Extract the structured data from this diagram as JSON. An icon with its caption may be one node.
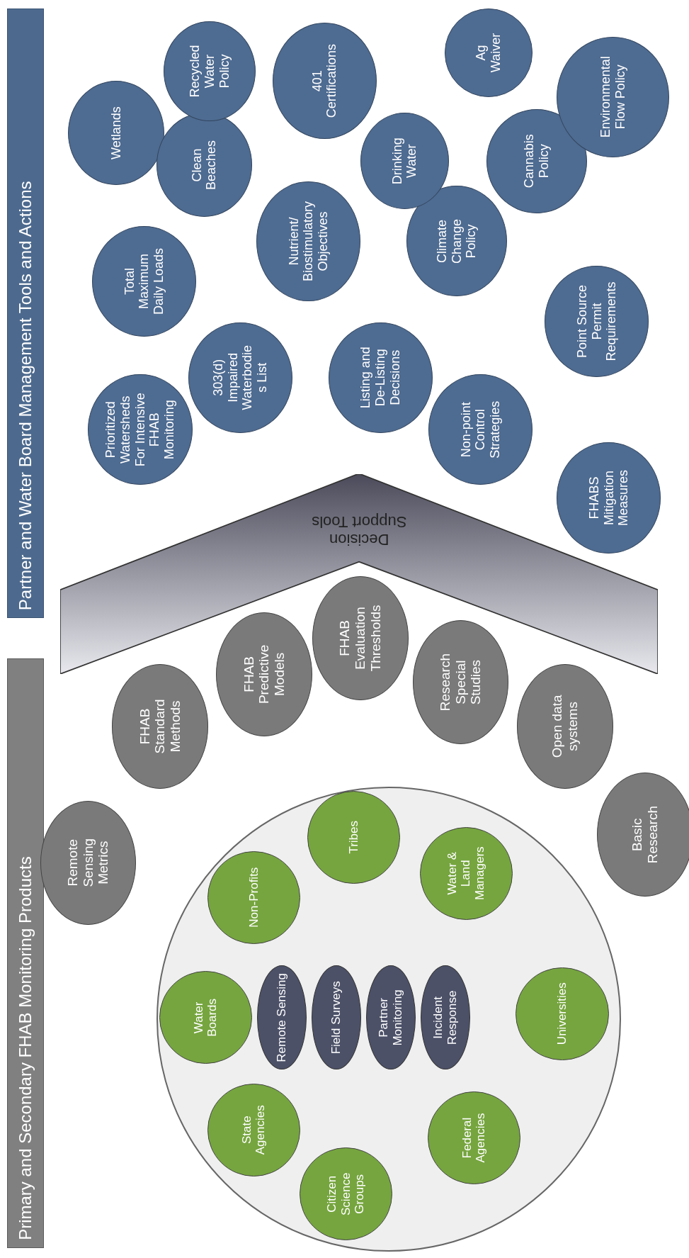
{
  "diagram": {
    "nodes": [
      {
        "text": [
          "Primary and Secondary FHAB Monitoring Products"
        ]
      },
      {
        "text": [],
        "shape": "circle"
      },
      {
        "text": [
          "State Agencies"
        ],
        "in": 1
      },
      {
        "text": [
          "Citizen Science Groups"
        ],
        "in": 1
      },
      {
        "text": [
          "Water Boards"
        ],
        "in": 1
      },
      {
        "text": [
          "Federal Agencies"
        ],
        "in": 1
      },
      {
        "text": [
          "Remote Sensing"
        ],
        "in": 1
      },
      {
        "text": [
          "Field Surveys"
        ],
        "in": 1
      },
      {
        "text": [
          "Partner Monitoring"
        ],
        "in": 1
      },
      {
        "text": [
          "Incident Response"
        ],
        "in": 1
      },
      {
        "text": [
          "Non-Profits"
        ],
        "in": 1
      },
      {
        "text": [
          "Universities"
        ],
        "in": 1
      },
      {
        "text": [
          "Tribes"
        ],
        "in": 1
      },
      {
        "text": [
          "Water & Land Managers"
        ],
        "in": 1
      },
      {
        "text": [
          "Remote Sensing Metrics"
        ]
      },
      {
        "text": [
          "FHAB Standard Methods"
        ]
      },
      {
        "text": [
          "FHAB Predictive Models"
        ]
      },
      {
        "text": [
          "FHAB Evaluation Thresholds"
        ]
      },
      {
        "text": [
          "Research Special Studies"
        ]
      },
      {
        "text": [
          "Open data systems"
        ]
      },
      {
        "text": [
          "Basic Research"
        ]
      },
      {
        "text": [
          "Decision Support Tools"
        ]
      },
      {
        "text": [
          "Partner and Water Board Management Tools and Actions"
        ]
      },
      {
        "text": [
          "Prioritized Watersheds For Intensive FHAB Monitoring"
        ]
      },
      {
        "text": [
          "303(d) Impaired Waterbodie s List"
        ]
      },
      {
        "text": [
          "Listing and De-Listing Decisions"
        ]
      },
      {
        "text": [
          "Non-point Control Strategies"
        ]
      },
      {
        "text": [
          "FHABS Mitigation Measures"
        ]
      },
      {
        "text": [
          "Total Maximum Daily Loads"
        ]
      },
      {
        "text": [
          "Nutrient/ Biostimulatory Objectives"
        ]
      },
      {
        "text": [
          "Climate Change Policy"
        ]
      },
      {
        "text": [
          "Point Source Permit Requirements"
        ]
      },
      {
        "text": [
          "Wetlands"
        ]
      },
      {
        "text": [
          "Clean Beaches"
        ]
      },
      {
        "text": [
          "Drinking Water"
        ]
      },
      {
        "text": [
          "Cannabis Policy"
        ]
      },
      {
        "text": [
          "Recycled Water Policy"
        ]
      },
      {
        "text": [
          "401 Certifications"
        ]
      },
      {
        "text": [
          "Ag Waiver"
        ]
      },
      {
        "text": [
          "Environmental Flow Policy"
        ]
      }
    ]
  }
}
